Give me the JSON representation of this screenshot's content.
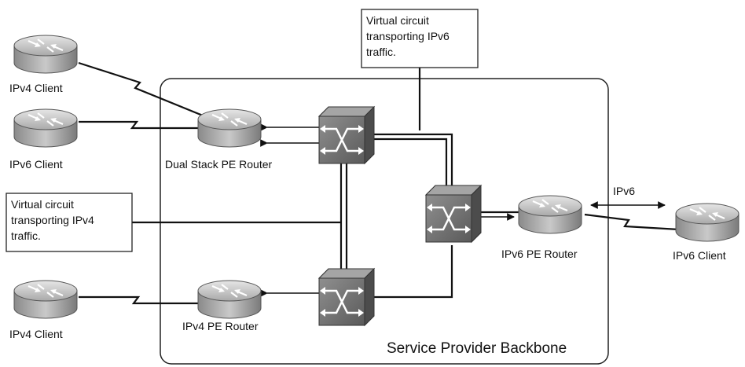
{
  "backbone": {
    "label": "Service Provider Backbone"
  },
  "routers": {
    "ipv4_client_top": "IPv4 Client",
    "ipv6_client_left": "IPv6 Client",
    "dual_stack_pe": "Dual Stack PE Router",
    "ipv4_client_bottom": "IPv4 Client",
    "ipv4_pe": "IPv4 PE Router",
    "ipv6_pe": "IPv6 PE Router",
    "ipv6_client_right": "IPv6 Client"
  },
  "callouts": {
    "ipv6_vc": [
      "Virtual circuit",
      "transporting IPv6",
      "traffic."
    ],
    "ipv4_vc": [
      "Virtual circuit",
      "transporting IPv4",
      "traffic."
    ]
  },
  "link_labels": {
    "ipv6_link": "IPv6"
  }
}
